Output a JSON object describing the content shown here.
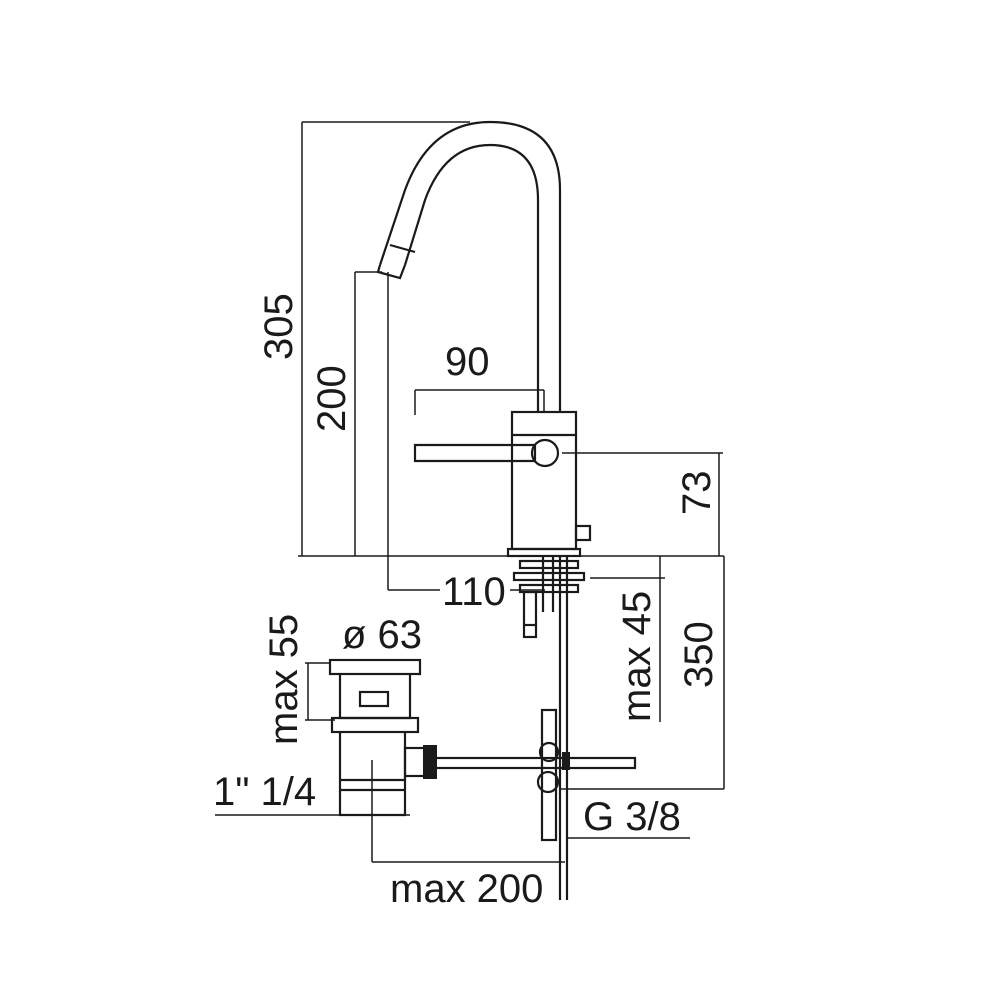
{
  "dimensions": {
    "total_height": "305",
    "spout_height": "200",
    "lever_length": "90",
    "body_height": "73",
    "spout_reach": "110",
    "max_thickness": "max 45",
    "hose_length": "350",
    "waste_diameter": "ø 63",
    "waste_max_height": "max 55",
    "waste_thread": "1\" 1/4",
    "connection_thread": "G 3/8",
    "rod_max": "max 200"
  },
  "colors": {
    "ink": "#1a1a1a",
    "background": "#ffffff"
  }
}
